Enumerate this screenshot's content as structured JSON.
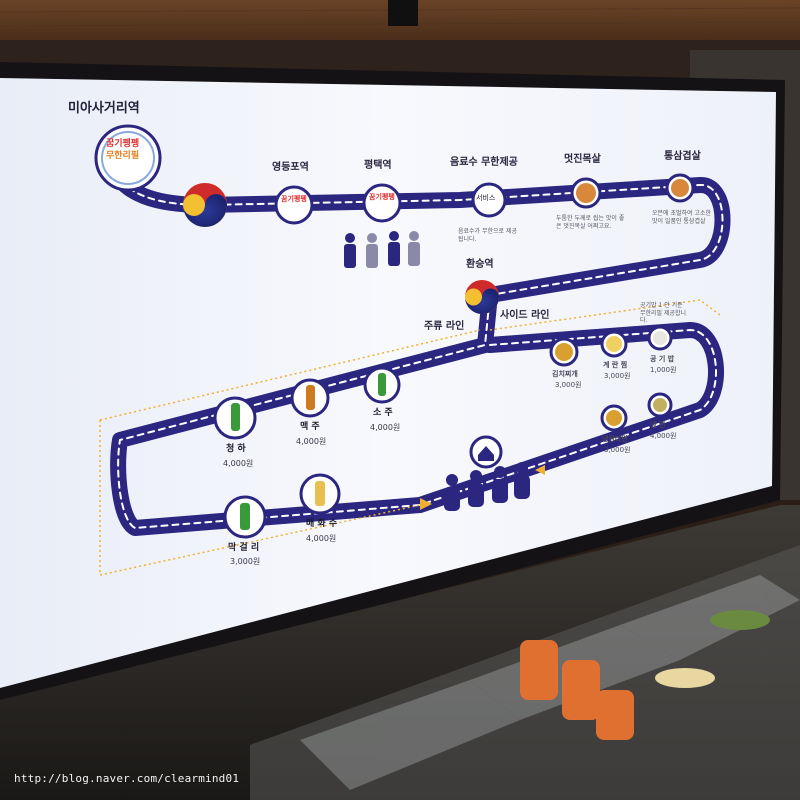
{
  "board": {
    "start_station": "미아사거리역",
    "station_1": "영등포역",
    "station_2": "평택역",
    "drinks_free": "음료수 무한제공",
    "service_label": "서비스",
    "drinks_note": "음료수가 무한으로 제공됩니다.",
    "moksal": "멋진목살",
    "moksal_note": "두툼한 두께로 씹는 맛이 좋은 멋진목살 어쩌고요.",
    "tongsamgyeop": "통삼겹살",
    "tongsam_note": "오븐에 초벌하여 고소한 맛이 일품인 통삼겹살",
    "transfer": "환승역",
    "main_line": "주류 라인",
    "side_line": "사이드 라인",
    "logo_line1": "꿈기펭펭",
    "logo_line2": "무한리필"
  },
  "drinks": [
    {
      "name": "청 하",
      "price": "4,000원"
    },
    {
      "name": "맥 주",
      "price": "4,000원"
    },
    {
      "name": "소 주",
      "price": "4,000원"
    },
    {
      "name": "막 걸 리",
      "price": "3,000원"
    },
    {
      "name": "매 화 수",
      "price": "4,000원"
    }
  ],
  "sides": [
    {
      "name": "김치찌개",
      "price": "3,000원"
    },
    {
      "name": "계 란 찜",
      "price": "3,000원"
    },
    {
      "name": "공 기 밥",
      "price": "1,000원"
    },
    {
      "name": "냉된라면",
      "price": "3,000원"
    },
    {
      "name": "냉 면",
      "price": "4,000원"
    }
  ],
  "side_note": "공기밥 1 인 기준 무한리필 제공합니다.",
  "watermark": "http://blog.naver.com/clearmind01",
  "colors": {
    "track": "#2b2680",
    "board": "#f4f6fb",
    "accent": "#f0b030"
  }
}
